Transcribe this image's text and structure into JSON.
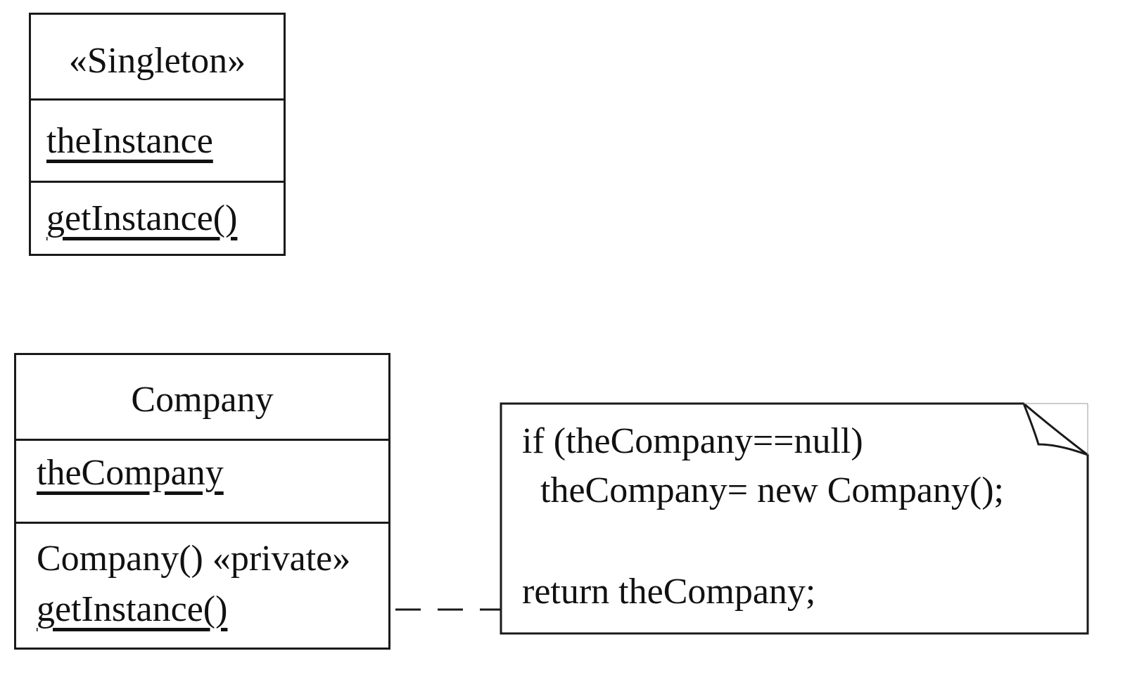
{
  "singleton_class": {
    "name": "«Singleton»",
    "attributes": [
      "theInstance"
    ],
    "operations": [
      "getInstance()"
    ]
  },
  "company_class": {
    "name": "Company",
    "attributes": [
      "theCompany"
    ],
    "operations": [
      "Company() «private»",
      "getInstance()"
    ]
  },
  "note": {
    "lines": [
      "if (theCompany==null)",
      "theCompany= new Company();",
      "",
      "return theCompany;"
    ]
  },
  "colors": {
    "stroke": "#1a1a1a",
    "background": "#ffffff"
  }
}
